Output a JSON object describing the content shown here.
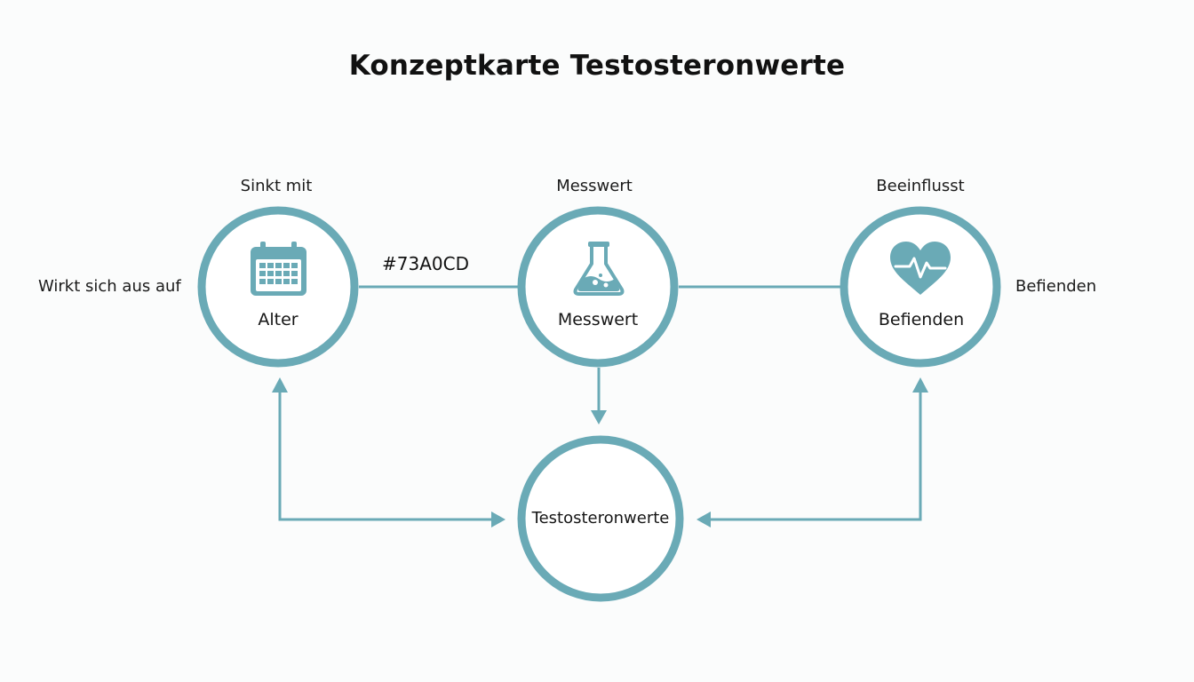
{
  "title": "Konzeptkarte Testosteronwerte",
  "colors": {
    "accent": "#73A0AC",
    "node_stroke": "#6aaab6",
    "icon_fill": "#6aaab6",
    "background": "#fbfcfc"
  },
  "nodes": {
    "alter": {
      "label": "Alter",
      "top_label": "Sinkt mit",
      "icon": "calendar-icon"
    },
    "messwert": {
      "label": "Messwert",
      "top_label": "Messwert",
      "icon": "flask-icon"
    },
    "befinden": {
      "label": "Befienden",
      "top_label": "Beeinflusst",
      "icon": "heart-pulse-icon"
    },
    "testosteron": {
      "label": "Testosteronwerte"
    }
  },
  "side_labels": {
    "left": "Wirkt sich aus auf",
    "right": "Befienden"
  },
  "edge_label": "#73A0CD"
}
